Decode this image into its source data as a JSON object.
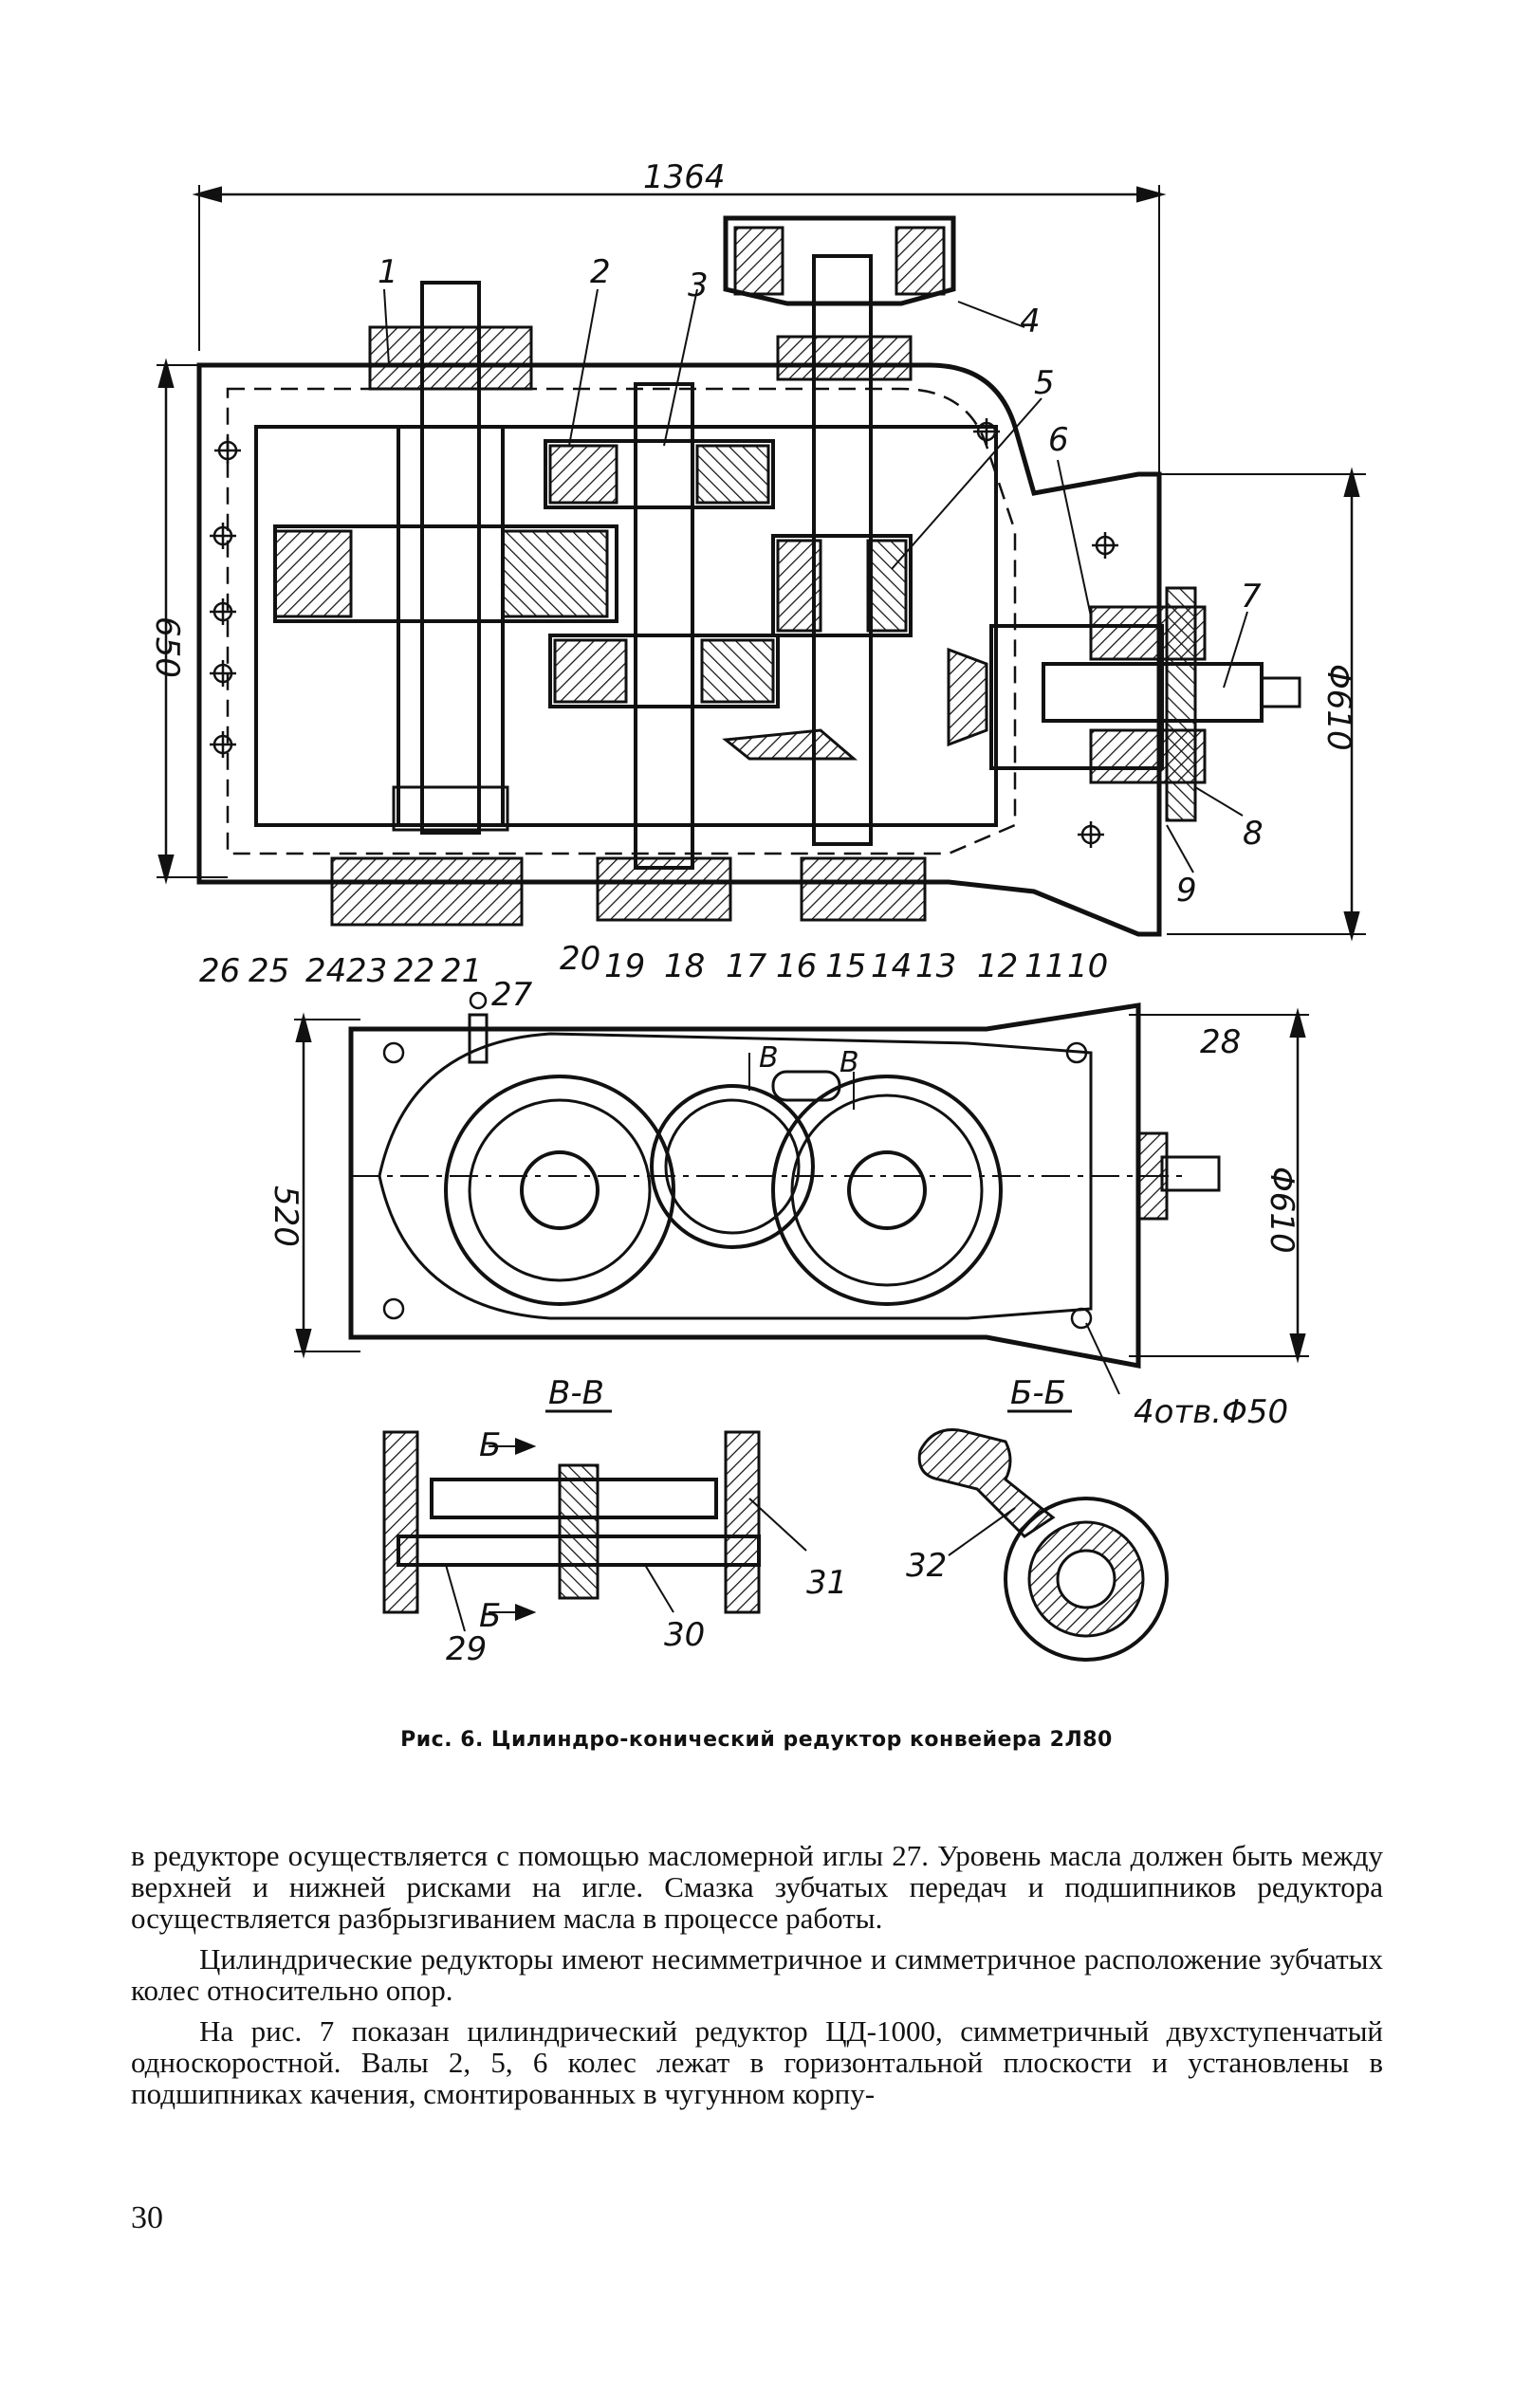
{
  "figure": {
    "dimensions": {
      "width_top": "1364",
      "height_left": "650",
      "diameter_right_top": "Φ610",
      "height_plan": "520",
      "diameter_right_plan": "Φ610",
      "holes_note": "4отв.Φ50"
    },
    "part_labels_top": [
      "1",
      "2",
      "3",
      "4",
      "5",
      "6",
      "7",
      "8",
      "9"
    ],
    "part_labels_bottom": [
      "26",
      "25",
      "24",
      "23",
      "22",
      "21",
      "20",
      "19",
      "18",
      "17",
      "16",
      "15",
      "14",
      "13",
      "12",
      "11",
      "10"
    ],
    "part_labels_plan": [
      "27",
      "28"
    ],
    "section_labels": {
      "section_vv": "В-В",
      "section_bb": "Б-Б",
      "mark_b": "Б",
      "mark_v": "В"
    },
    "detail_labels": [
      "29",
      "30",
      "31",
      "32"
    ]
  },
  "caption": "Рис. 6. Цилиндро-конический редуктор конвейера 2Л80",
  "paragraphs": [
    "в редукторе осуществляется с помощью масломерной иглы 27. Уровень масла должен быть между верхней и нижней рисками на игле. Смазка зубчатых передач и подшипников редуктора осуществляется разбрызгиванием масла в процессе работы.",
    "Цилиндрические редукторы имеют несимметричное и симметричное расположение зубчатых колес относительно опор.",
    "На рис. 7 показан цилиндрический редуктор ЦД-1000, симметричный двухступенчатый односкоростной. Валы 2, 5, 6 колес лежат в горизонтальной плоскости и установлены в подшипниках качения, смонтированных в чугунном корпу-"
  ],
  "page_number": "30"
}
